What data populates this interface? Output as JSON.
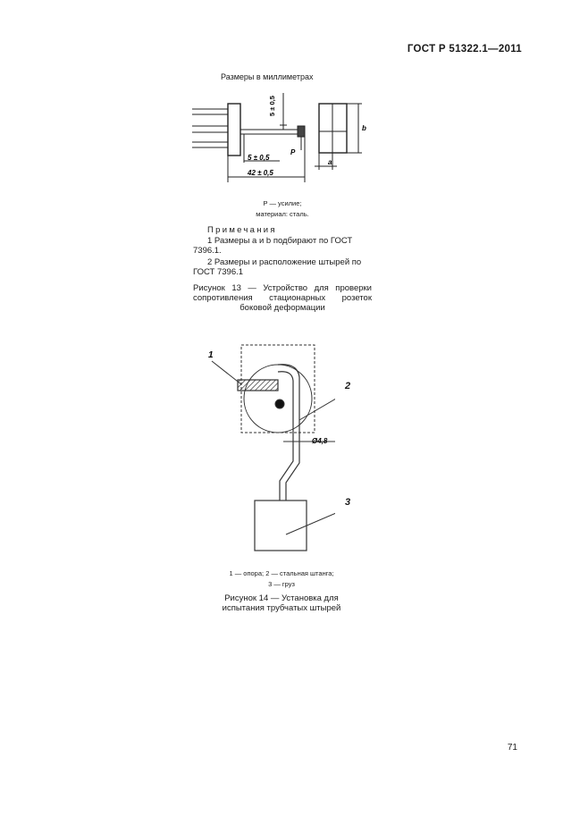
{
  "header": {
    "standard": "ГОСТ Р 51322.1—2011"
  },
  "figure13": {
    "units_note": "Размеры в миллиметрах",
    "dims": {
      "d5_top": "5 ± 0,5",
      "d5_bottom": "5 ± 0,5",
      "d42": "42 ± 0,5",
      "force": "P",
      "a": "a",
      "b": "b"
    },
    "legend": [
      "P — усилие;",
      "материал: сталь."
    ],
    "notes_title": "Примечания",
    "notes": [
      "1 Размеры a и b подбирают по ГОСТ 7396.1.",
      "2 Размеры и расположение штырей по ГОСТ 7396.1"
    ],
    "caption": "Рисунок 13 — Устройство для проверки сопротивления стационарных розеток боковой деформации"
  },
  "figure14": {
    "labels": {
      "l1": "1",
      "l2": "2",
      "l3": "3",
      "dia": "Ø4,8"
    },
    "legend": [
      "1 — опора; 2 — стальная штанга;",
      "3 — груз"
    ],
    "caption": "Рисунок 14 — Установка для испытания трубчатых штырей"
  },
  "page_number": "71"
}
